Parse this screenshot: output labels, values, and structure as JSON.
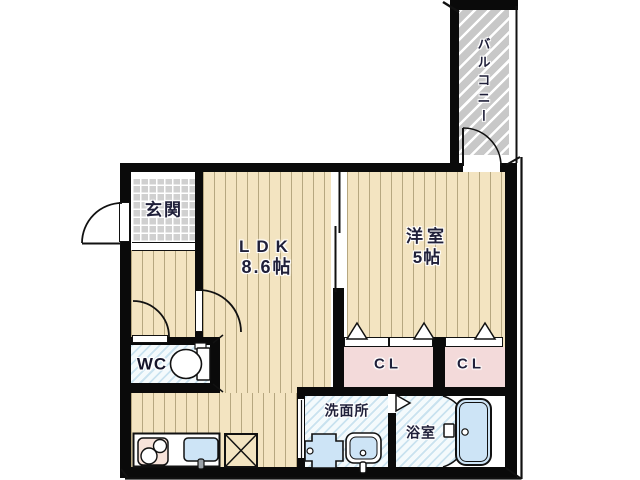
{
  "floorplan": {
    "rooms": {
      "balcony": {
        "label": "バルコニー"
      },
      "entrance": {
        "label": "玄関"
      },
      "ldk": {
        "label": "LDK",
        "size": "8.6帖"
      },
      "western_room": {
        "label": "洋室",
        "size": "5帖"
      },
      "wc": {
        "label": "WC"
      },
      "closet_left": {
        "label": "CL"
      },
      "closet_right": {
        "label": "CL"
      },
      "washroom": {
        "label": "洗面所"
      },
      "bathroom": {
        "label": "浴室"
      }
    },
    "fixtures": [
      "toilet-icon",
      "bathtub-icon",
      "stove-icon",
      "kitchen-sink-icon",
      "refrigerator-space-icon",
      "washing-machine-icon",
      "washbasin-icon"
    ],
    "colors": {
      "wall": "#0a0a0a",
      "tatami_floor": "#f3e4c1",
      "floor_stripe": "#b6a780",
      "entrance_tile": "#d0d0d0",
      "wet_area_stripe": "#c9e2ef",
      "closet_pink": "#f3dada",
      "fixture_blue": "#cde4f6",
      "stove_pink": "#f7e3da",
      "balcony_gray": "#c8c8c8",
      "text": "#20203a"
    }
  }
}
